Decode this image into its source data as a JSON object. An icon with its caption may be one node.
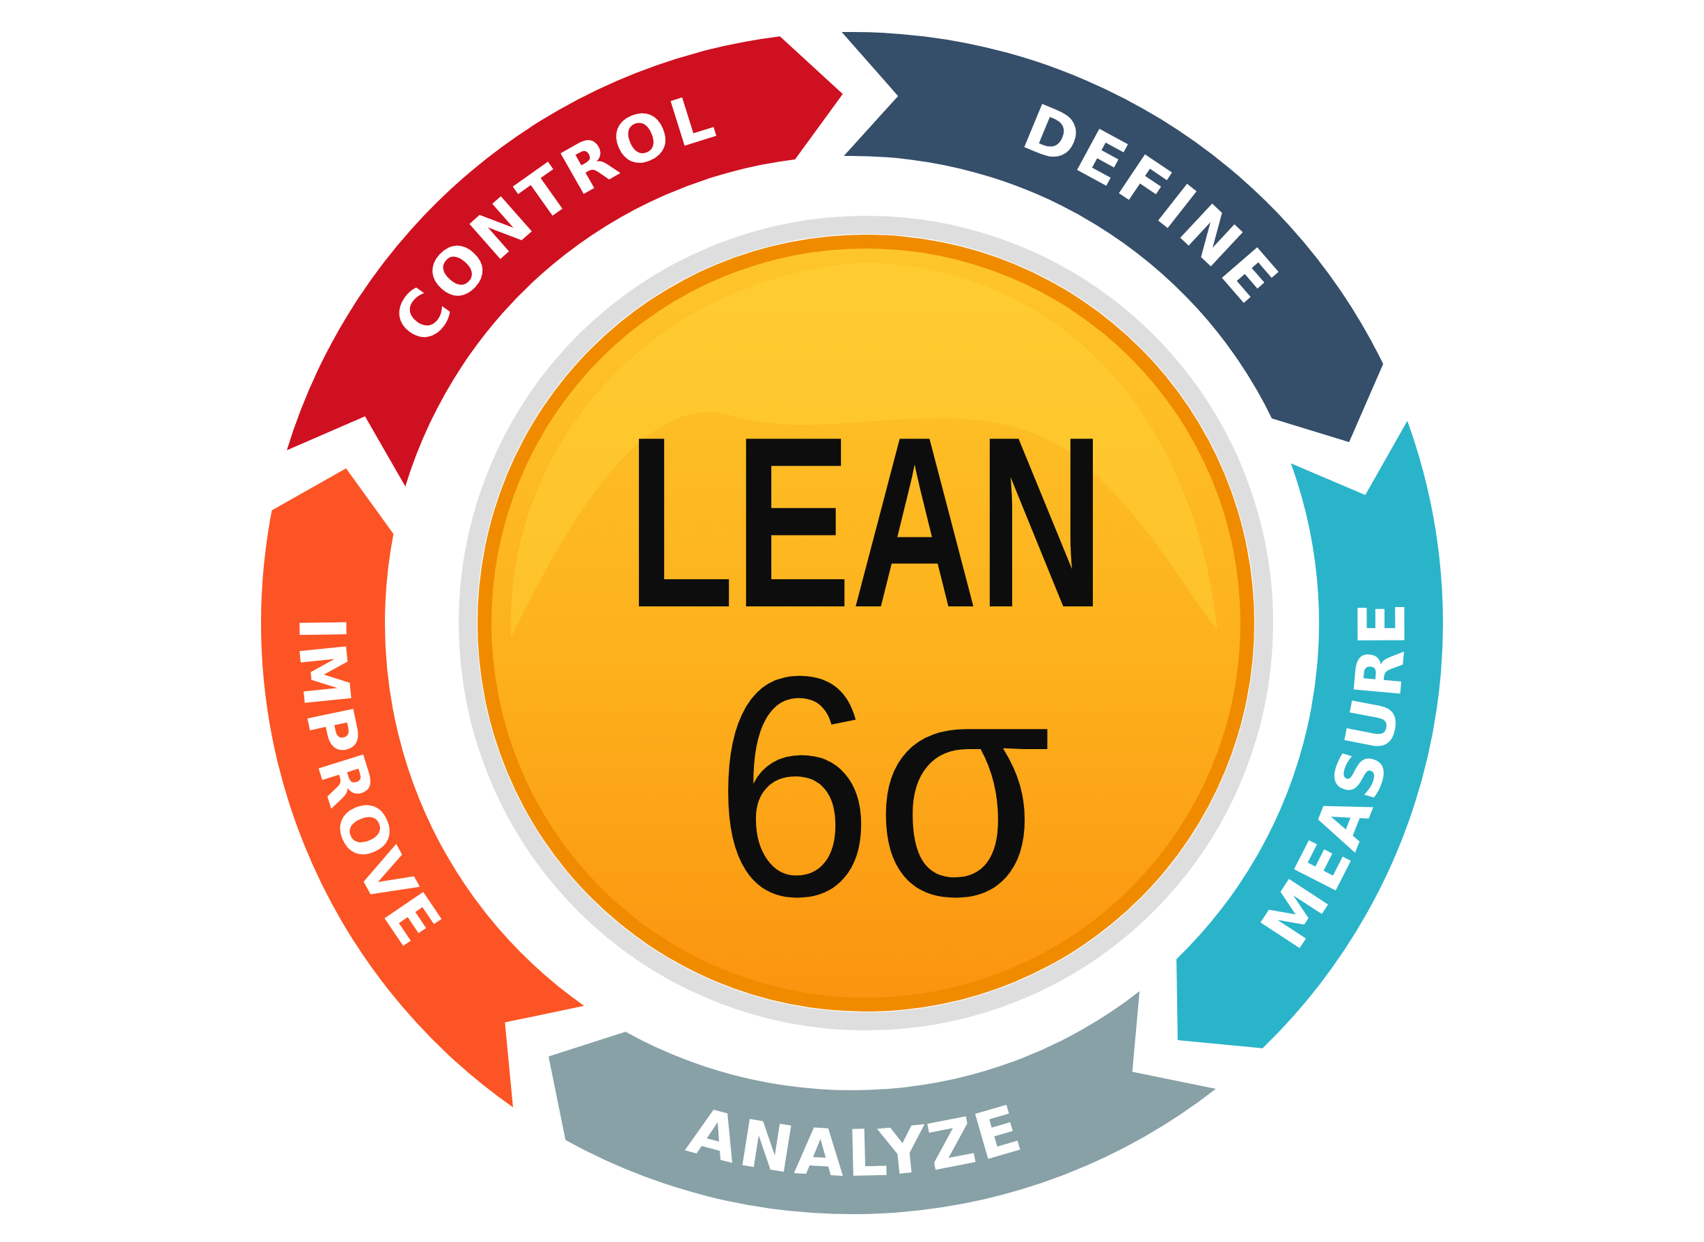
{
  "diagram": {
    "nodes": [
      {
        "text": [
          "LEAN",
          "6σ"
        ]
      },
      {
        "text": [
          "DEFINE"
        ]
      },
      {
        "text": [
          "MEASURE"
        ]
      },
      {
        "text": [
          "ANALYZE"
        ]
      },
      {
        "text": [
          "IMPROVE"
        ]
      },
      {
        "text": [
          "CONTROL"
        ]
      }
    ]
  }
}
